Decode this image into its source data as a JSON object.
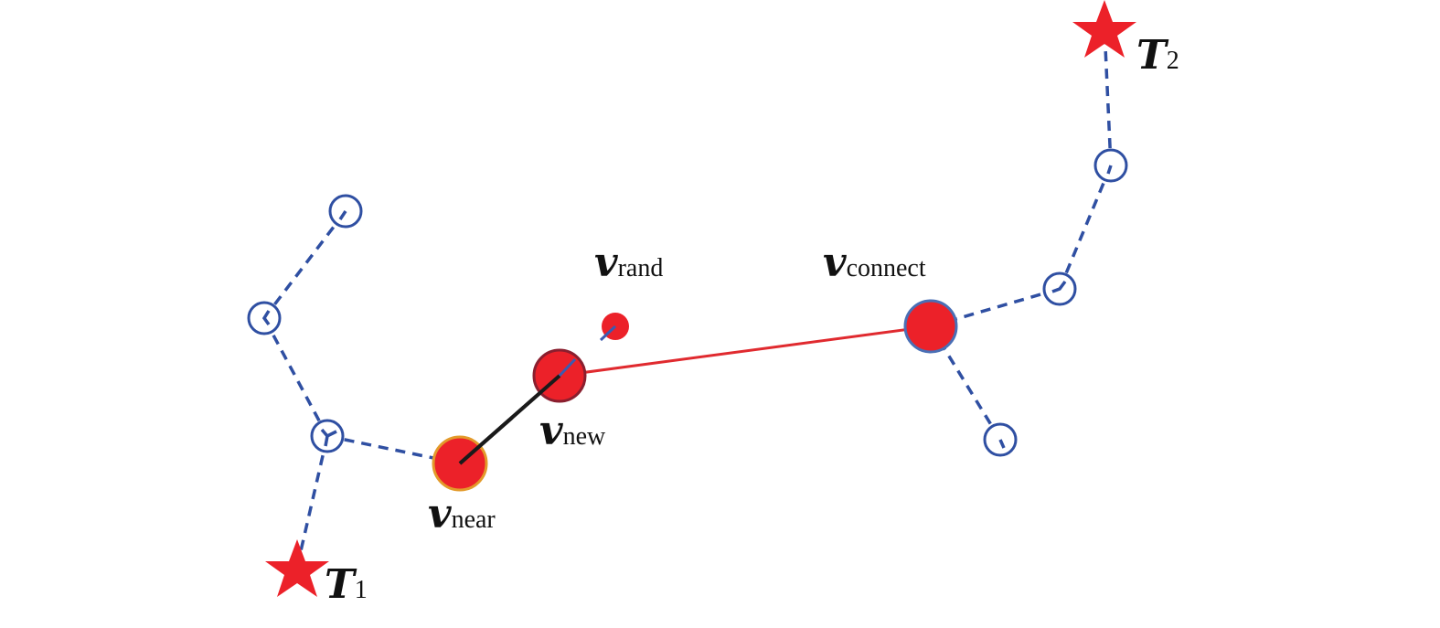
{
  "title": "Bidirectional RRT connect step",
  "colors": {
    "tree_edge": "#2f4fa2",
    "node_fill": "#ec2129",
    "near_stroke": "#e39a2a",
    "new_stroke": "#8a1f2f",
    "connect_stroke": "#4a6fb5",
    "new_edge": "#1a1a1a",
    "connect_edge": "#e02a2f"
  },
  "labels": {
    "v_rand": {
      "main": "v",
      "sub": "rand"
    },
    "v_new": {
      "main": "v",
      "sub": "new"
    },
    "v_near": {
      "main": "v",
      "sub": "near"
    },
    "v_connect": {
      "main": "v",
      "sub": "connect"
    },
    "T1": {
      "main": "T",
      "sub": "1"
    },
    "T2": {
      "main": "T",
      "sub": "2"
    }
  }
}
